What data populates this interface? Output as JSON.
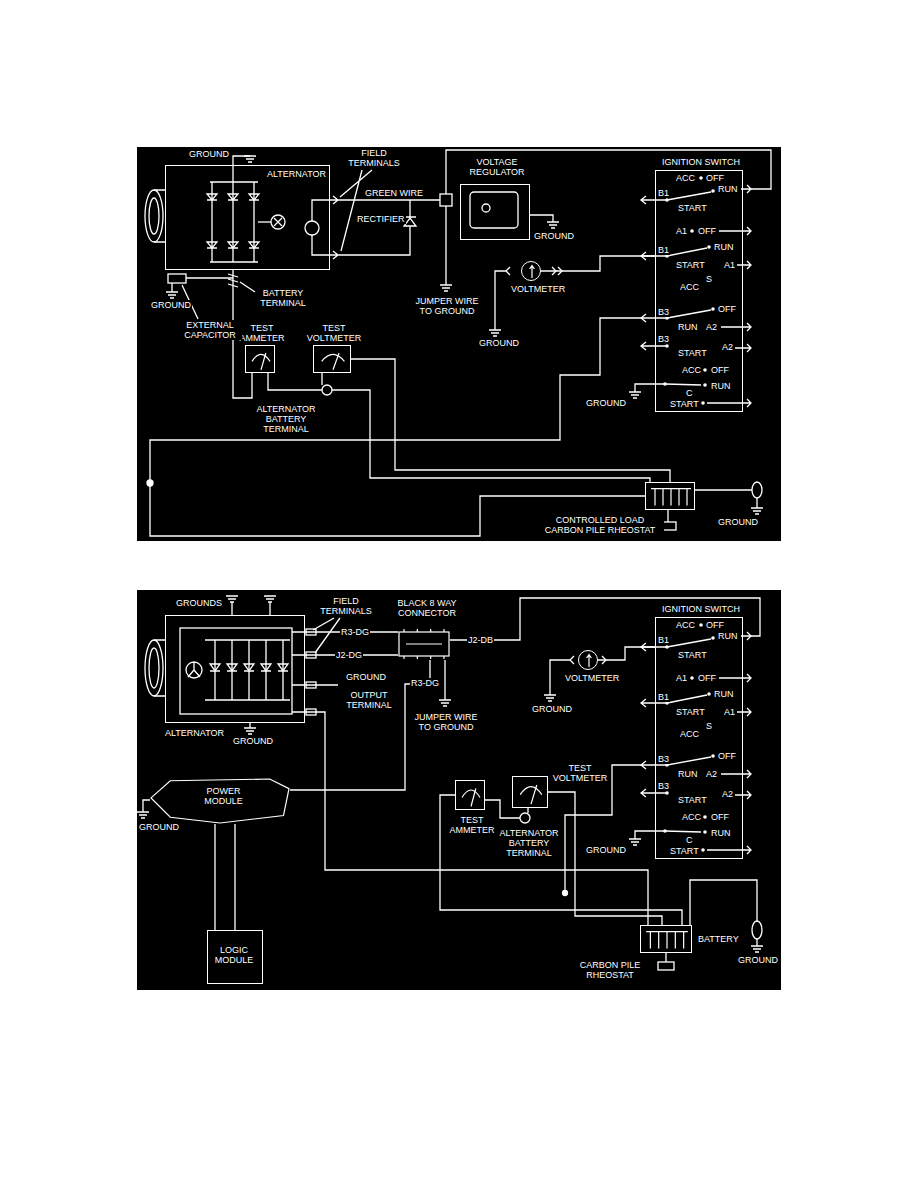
{
  "diagram": {
    "nodes": [
      {
        "text": [
          "ALTERNATOR"
        ]
      },
      {
        "text": [
          "VOLTAGE REGULATOR"
        ]
      },
      {
        "text": [
          "IGNITION SWITCH"
        ]
      },
      {
        "text": [
          "TEST AMMETER"
        ]
      },
      {
        "text": [
          "TEST VOLTMETER"
        ]
      },
      {
        "text": [
          "VOLTMETER"
        ]
      },
      {
        "text": [
          "CONTROLLED LOAD CARBON PILE RHEOSTAT"
        ]
      },
      {
        "text": [
          "ALTERNATOR"
        ]
      },
      {
        "text": [
          "BLACK 8 WAY CONNECTOR"
        ]
      },
      {
        "text": [
          "IGNITION SWITCH"
        ]
      },
      {
        "text": [
          "VOLTMETER"
        ]
      },
      {
        "text": [
          "POWER MODULE"
        ]
      },
      {
        "text": [
          "LOGIC MODULE"
        ]
      },
      {
        "text": [
          "TEST AMMETER"
        ]
      },
      {
        "text": [
          "TEST VOLTMETER"
        ]
      },
      {
        "text": [
          "BATTERY",
          "CARBON PILE RHEOSTAT"
        ]
      }
    ],
    "edges": [
      {
        "from": 5,
        "to": 2,
        "arrow": "none"
      },
      {
        "from": 0,
        "to": 3,
        "arrow": "none"
      },
      {
        "from": 4,
        "to": 6,
        "arrow": "none"
      },
      {
        "from": 10,
        "to": 9,
        "arrow": "none"
      },
      {
        "from": 11,
        "to": 12,
        "arrow": "none"
      },
      {
        "from": 13,
        "to": 15,
        "arrow": "none"
      },
      {
        "from": 14,
        "to": 15,
        "arrow": "none"
      }
    ],
    "labels": [
      "GROUND",
      "FIELD TERMINALS",
      "GREEN WIRE",
      "RECTIFIER",
      "GROUND",
      "EXTERNAL CAPACITOR",
      "BATTERY TERMINAL",
      "ALTERNATOR BATTERY TERMINAL",
      "JUMPER WIRE TO GROUND",
      "GROUND",
      "GROUND",
      "ACC",
      "OFF",
      "B1",
      "START",
      "RUN",
      "A1",
      "OFF",
      "B1",
      "RUN",
      "START",
      "A1",
      "S",
      "ACC",
      "B3",
      "OFF",
      "RUN",
      "A2",
      "B3",
      "START",
      "A2",
      "ACC",
      "OFF",
      "C",
      "RUN",
      "START",
      "GROUND",
      "GROUND",
      "GROUNDS",
      "FIELD TERMINALS",
      "R3-DG",
      "J2-DG",
      "GROUND",
      "OUTPUT TERMINAL",
      "R3-DG",
      "J2-DB",
      "JUMPER WIRE TO GROUND",
      "GROUND",
      "GROUND",
      "GROUND",
      "ACC",
      "OFF",
      "B1",
      "START",
      "RUN",
      "A1",
      "OFF",
      "B1",
      "RUN",
      "START",
      "A1",
      "S",
      "ACC",
      "B3",
      "OFF",
      "RUN",
      "A2",
      "B3",
      "START",
      "A2",
      "ACC",
      "OFF",
      "C",
      "RUN",
      "START",
      "GROUND",
      "ALTERNATOR BATTERY TERMINAL",
      "GROUND"
    ]
  }
}
